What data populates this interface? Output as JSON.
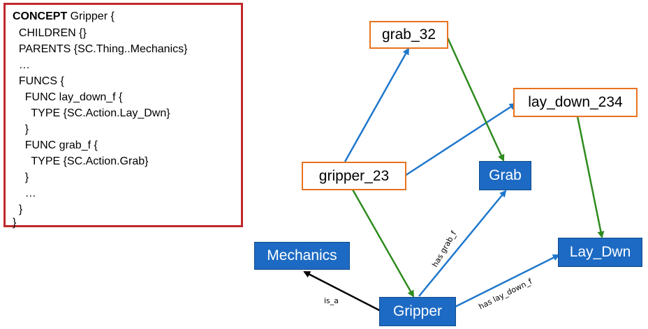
{
  "code": {
    "lines": [
      {
        "keyword": "CONCEPT",
        "text": " Gripper {"
      },
      {
        "keyword": "",
        "text": "  CHILDREN {}"
      },
      {
        "keyword": "",
        "text": "  PARENTS {SC.Thing..Mechanics}"
      },
      {
        "keyword": "",
        "text": "  …"
      },
      {
        "keyword": "",
        "text": "  FUNCS {"
      },
      {
        "keyword": "",
        "text": "    FUNC lay_down_f {"
      },
      {
        "keyword": "",
        "text": "      TYPE {SC.Action.Lay_Dwn}"
      },
      {
        "keyword": "",
        "text": "    }"
      },
      {
        "keyword": "",
        "text": "    FUNC grab_f {"
      },
      {
        "keyword": "",
        "text": "      TYPE {SC.Action.Grab}"
      },
      {
        "keyword": "",
        "text": "    }"
      },
      {
        "keyword": "",
        "text": "    …"
      },
      {
        "keyword": "",
        "text": "  }"
      },
      {
        "keyword": "",
        "text": "}"
      }
    ]
  },
  "nodes": {
    "grab_32": "grab_32",
    "lay_down_234": "lay_down_234",
    "gripper_23": "gripper_23",
    "grab": "Grab",
    "lay_dwn": "Lay_Dwn",
    "mechanics": "Mechanics",
    "gripper": "Gripper"
  },
  "edge_labels": {
    "has_grab_f": "has grab_f",
    "has_lay_down_f": "has lay_down_f",
    "is_a": "is_a"
  },
  "colors": {
    "instance_border": "#e8721f",
    "class_fill": "#1c6ac3",
    "instance_edge": "#1f77cc",
    "type_edge": "#2e8b1e",
    "isa_edge": "#000000",
    "code_border": "#c0282a"
  }
}
